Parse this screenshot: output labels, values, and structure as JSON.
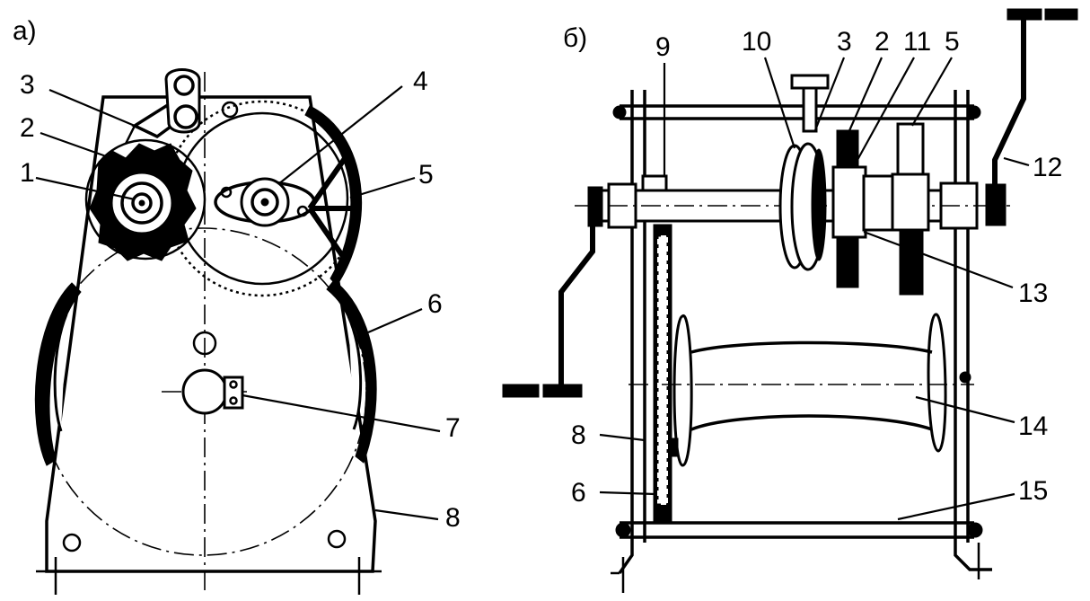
{
  "panel_a": {
    "panel_label": "a)",
    "labels": {
      "l1": "1",
      "l2": "2",
      "l3": "3",
      "l4": "4",
      "l5": "5",
      "l6": "6",
      "l7": "7",
      "l8": "8"
    }
  },
  "panel_b": {
    "panel_label": "б)",
    "labels": {
      "l9": "9",
      "l10": "10",
      "l3": "3",
      "l2": "2",
      "l11": "11",
      "l5": "5",
      "l12": "12",
      "l13": "13",
      "l14": "14",
      "l8": "8",
      "l6": "6",
      "l15": "15"
    }
  }
}
